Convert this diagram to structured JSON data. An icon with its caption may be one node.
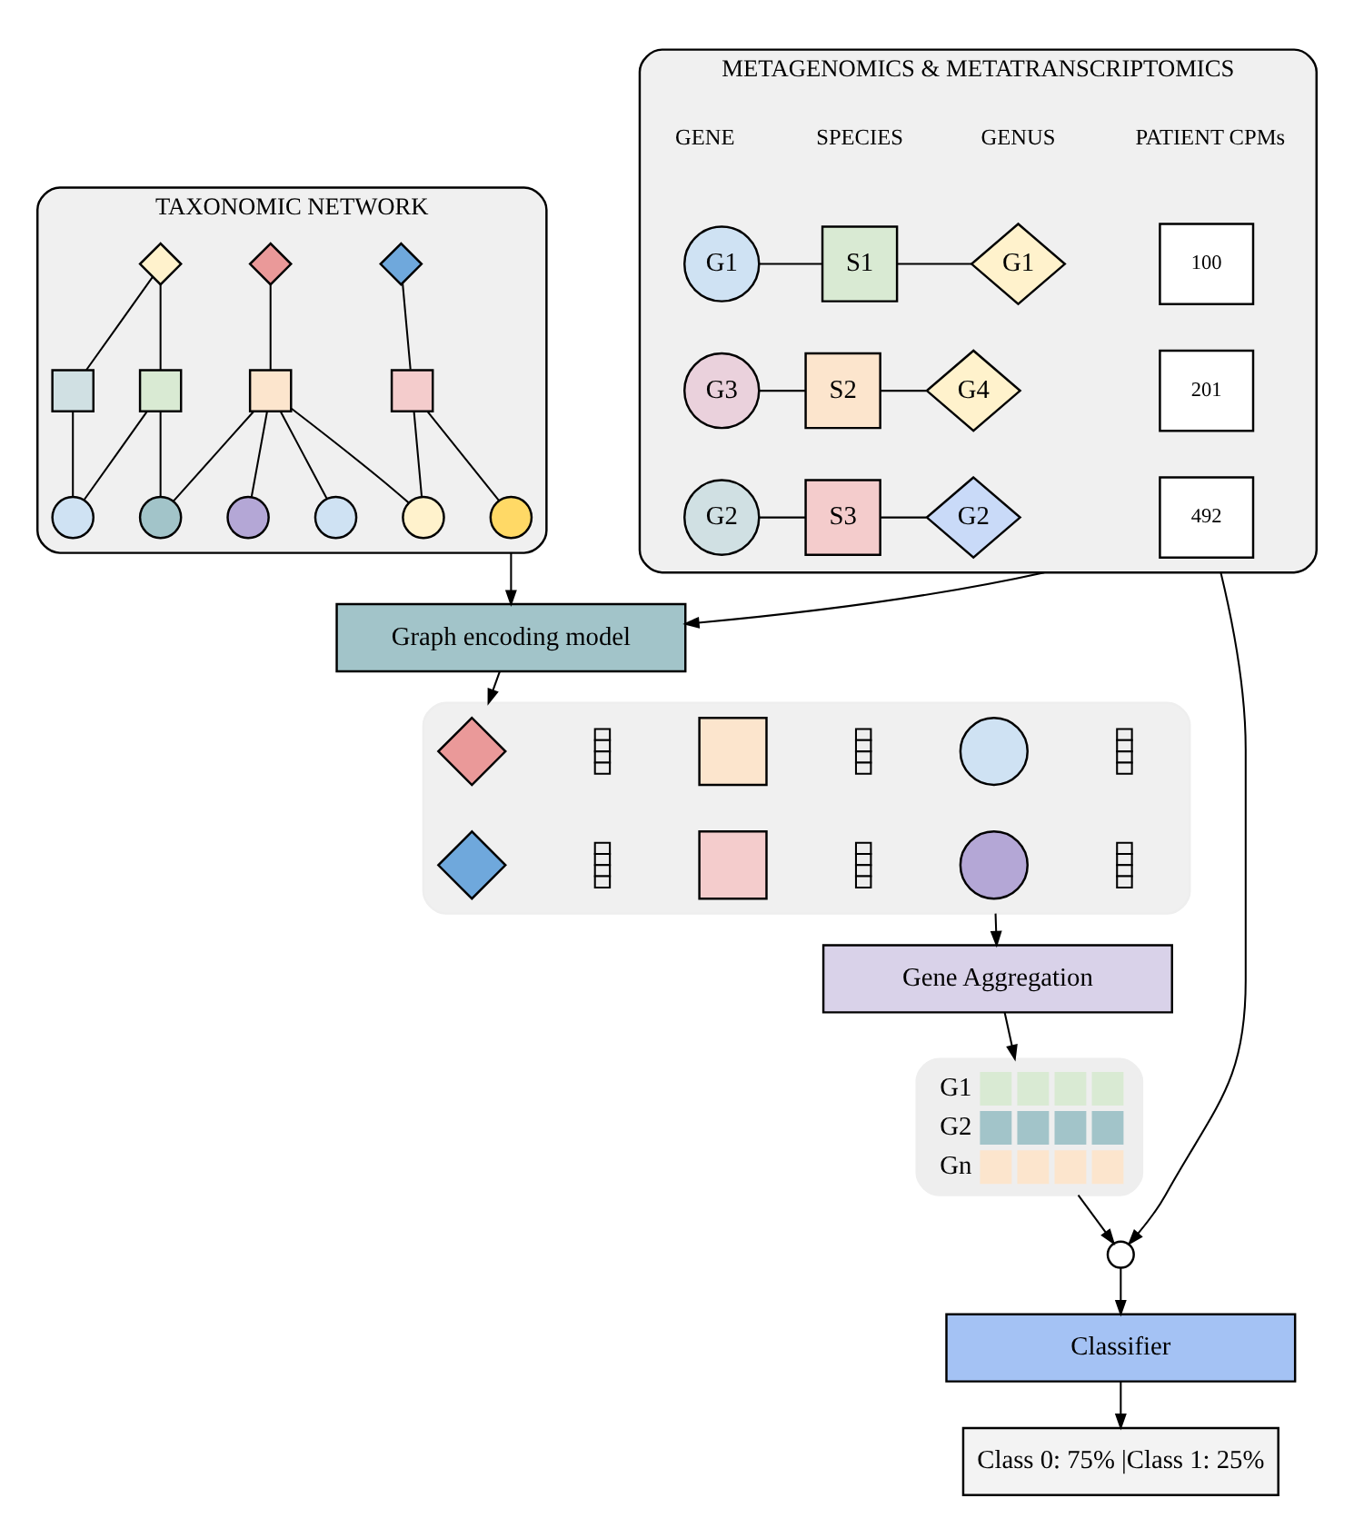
{
  "diagram": {
    "nodes": [
      {
        "text": [
          "TAXONOMIC NETWORK"
        ]
      },
      {
        "text": [],
        "shape": "diamond",
        "in": 0
      },
      {
        "text": [],
        "shape": "diamond",
        "in": 0
      },
      {
        "text": [],
        "shape": "diamond",
        "in": 0
      },
      {
        "text": [],
        "shape": "box",
        "in": 0
      },
      {
        "text": [],
        "shape": "box",
        "in": 0
      },
      {
        "text": [],
        "shape": "box",
        "in": 0
      },
      {
        "text": [],
        "shape": "box",
        "in": 0
      },
      {
        "text": [],
        "shape": "circle",
        "in": 0
      },
      {
        "text": [],
        "shape": "circle",
        "in": 0
      },
      {
        "text": [],
        "shape": "circle",
        "in": 0
      },
      {
        "text": [],
        "shape": "circle",
        "in": 0
      },
      {
        "text": [],
        "shape": "circle",
        "in": 0
      },
      {
        "text": [],
        "shape": "circle",
        "in": 0
      },
      {
        "text": [
          "METAGENOMICS & METATRANSCRIPTOMICS"
        ]
      },
      {
        "text": [
          "G1"
        ],
        "in": 14
      },
      {
        "text": [
          "S1"
        ],
        "in": 14
      },
      {
        "text": [
          "G1"
        ],
        "in": 14
      },
      {
        "text": [
          "100"
        ],
        "in": 14
      },
      {
        "text": [
          "G3"
        ],
        "in": 14
      },
      {
        "text": [
          "S2"
        ],
        "in": 14
      },
      {
        "text": [
          "G4"
        ],
        "in": 14
      },
      {
        "text": [
          "201"
        ],
        "in": 14
      },
      {
        "text": [
          "G2"
        ],
        "in": 14
      },
      {
        "text": [
          "S3"
        ],
        "in": 14
      },
      {
        "text": [
          "G2"
        ],
        "in": 14
      },
      {
        "text": [
          "492"
        ],
        "in": 14
      },
      {
        "text": [
          "Graph encoding model"
        ]
      },
      {
        "text": [],
        "shape": "box"
      },
      {
        "text": [],
        "shape": "diamond",
        "in": 28
      },
      {
        "text": [],
        "shape": "box",
        "in": 28
      },
      {
        "text": [],
        "shape": "circle",
        "in": 28
      },
      {
        "text": [],
        "shape": "diamond",
        "in": 28
      },
      {
        "text": [],
        "shape": "box",
        "in": 28
      },
      {
        "text": [],
        "shape": "circle",
        "in": 28
      },
      {
        "text": [
          "Gene Aggregation"
        ]
      },
      {
        "text": [
          "G1",
          "G2",
          "Gn"
        ]
      },
      {
        "text": [],
        "shape": "circle"
      },
      {
        "text": [
          "Classifier"
        ]
      },
      {
        "text": [
          "Class 0: 75% |Class 1: 25%"
        ]
      }
    ],
    "edges": [
      {
        "from": 1,
        "to": 4,
        "arrow": "none"
      },
      {
        "from": 1,
        "to": 5,
        "arrow": "none"
      },
      {
        "from": 2,
        "to": 6,
        "arrow": "none"
      },
      {
        "from": 3,
        "to": 7,
        "arrow": "none"
      },
      {
        "from": 4,
        "to": 8,
        "arrow": "none"
      },
      {
        "from": 5,
        "to": 8,
        "arrow": "none"
      },
      {
        "from": 5,
        "to": 9,
        "arrow": "none"
      },
      {
        "from": 6,
        "to": 9,
        "arrow": "none"
      },
      {
        "from": 6,
        "to": 10,
        "arrow": "none"
      },
      {
        "from": 6,
        "to": 11,
        "arrow": "none"
      },
      {
        "from": 6,
        "to": 12,
        "arrow": "none"
      },
      {
        "from": 7,
        "to": 12,
        "arrow": "none"
      },
      {
        "from": 7,
        "to": 13,
        "arrow": "none"
      },
      {
        "from": 15,
        "to": 16,
        "arrow": "none"
      },
      {
        "from": 16,
        "to": 17,
        "arrow": "none"
      },
      {
        "from": 19,
        "to": 20,
        "arrow": "none"
      },
      {
        "from": 20,
        "to": 21,
        "arrow": "none"
      },
      {
        "from": 23,
        "to": 24,
        "arrow": "none"
      },
      {
        "from": 24,
        "to": 25,
        "arrow": "none"
      },
      {
        "from": 0,
        "to": 27,
        "arrow": "to"
      },
      {
        "from": 14,
        "to": 27,
        "arrow": "to"
      },
      {
        "from": 27,
        "to": 28,
        "arrow": "to"
      },
      {
        "from": 28,
        "to": 35,
        "arrow": "to"
      },
      {
        "from": 35,
        "to": 36,
        "arrow": "to"
      },
      {
        "from": 36,
        "to": 37,
        "arrow": "to"
      },
      {
        "from": 14,
        "to": 37,
        "arrow": "to"
      },
      {
        "from": 37,
        "to": 38,
        "arrow": "to"
      },
      {
        "from": 38,
        "to": 39,
        "arrow": "to"
      }
    ],
    "labels": [
      "GENE",
      "SPECIES",
      "GENUS",
      "PATIENT CPMs"
    ]
  }
}
